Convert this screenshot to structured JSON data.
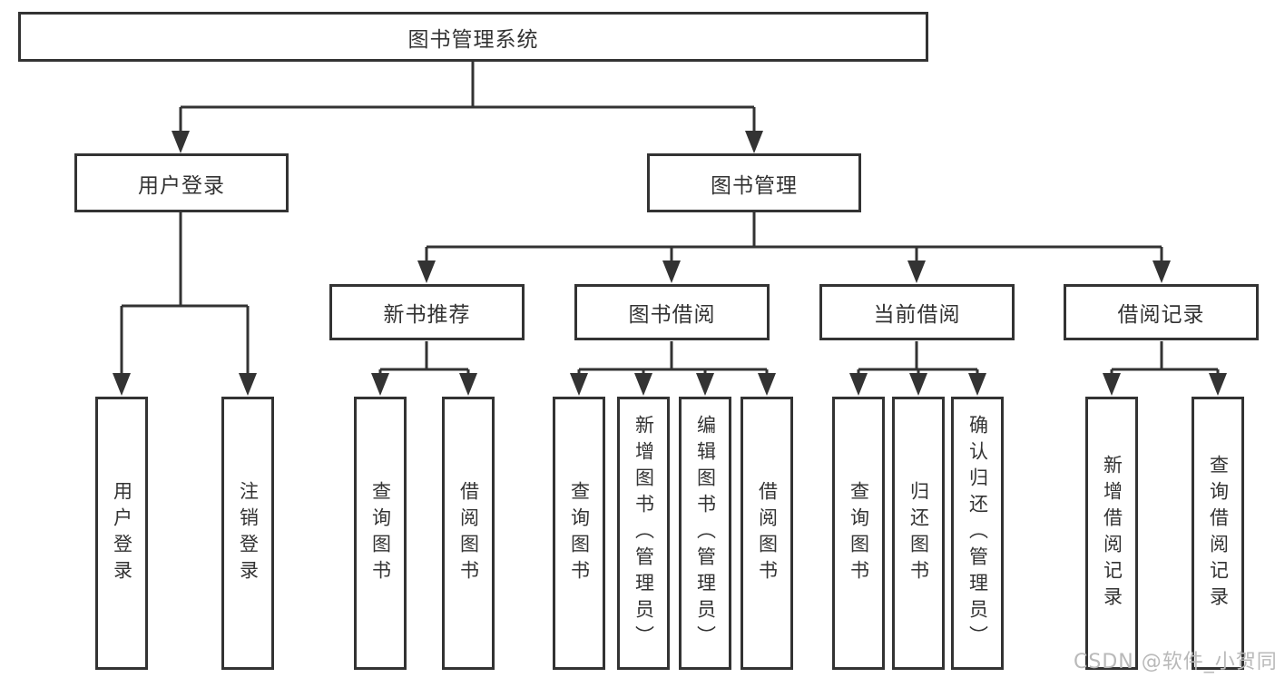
{
  "colors": {
    "line": "#333333",
    "text": "#333333",
    "background": "#ffffff",
    "watermark": "#b9b9b9"
  },
  "watermark": {
    "text": "CSDN @软件_小贺同学"
  },
  "tree": {
    "root": {
      "label": "图书管理系统",
      "children": [
        {
          "label": "用户登录",
          "children": [
            {
              "label": "用户登录"
            },
            {
              "label": "注销登录"
            }
          ]
        },
        {
          "label": "图书管理",
          "children": [
            {
              "label": "新书推荐",
              "children": [
                {
                  "label": "查询图书"
                },
                {
                  "label": "借阅图书"
                }
              ]
            },
            {
              "label": "图书借阅",
              "children": [
                {
                  "label": "查询图书"
                },
                {
                  "label": "新增图书（管理员）"
                },
                {
                  "label": "编辑图书（管理员）"
                },
                {
                  "label": "借阅图书"
                }
              ]
            },
            {
              "label": "当前借阅",
              "children": [
                {
                  "label": "查询图书"
                },
                {
                  "label": "归还图书"
                },
                {
                  "label": "确认归还（管理员）"
                }
              ]
            },
            {
              "label": "借阅记录",
              "children": [
                {
                  "label": "新增借阅记录"
                },
                {
                  "label": "查询借阅记录"
                }
              ]
            }
          ]
        }
      ]
    }
  }
}
